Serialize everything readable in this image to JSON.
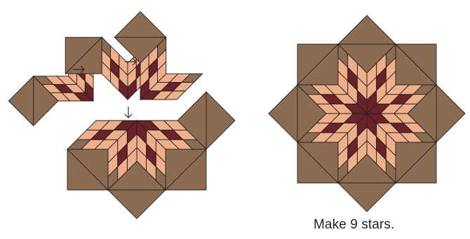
{
  "caption": "Make 9 stars.",
  "colors": {
    "background": "#8b6b52",
    "light": "#eeaf8a",
    "center": "#6a2127",
    "line": "#231f20"
  },
  "icons": [
    "arrow-right-icon",
    "arrow-right-icon",
    "arrow-down-icon"
  ],
  "diagram": {
    "star_points": 8,
    "diamonds_per_point": 9,
    "assembly_groups": [
      "two-point-unit-left",
      "two-point-unit-right",
      "half-star-unit"
    ],
    "finished": "full-star-block"
  }
}
